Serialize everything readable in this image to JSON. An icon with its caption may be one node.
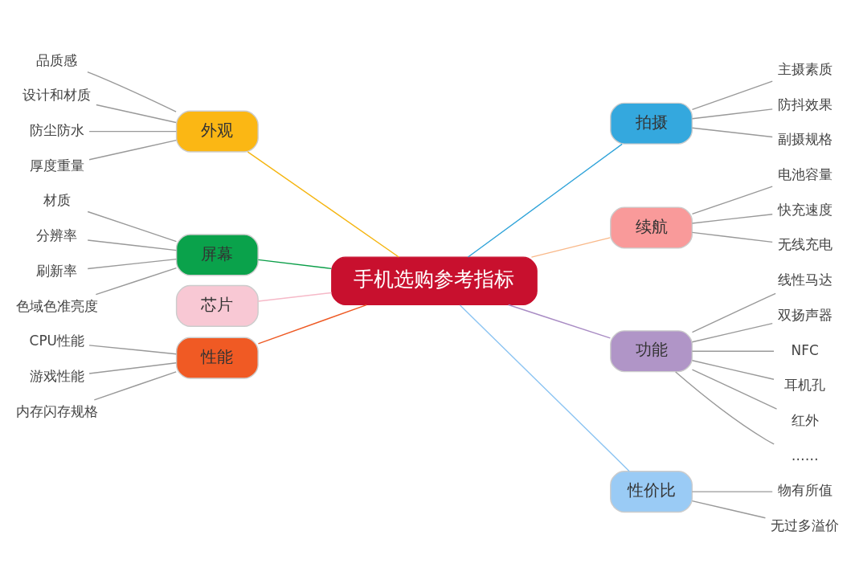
{
  "diagram": {
    "nodes": [
      {
        "text": [
          "手机选购参考指标"
        ]
      },
      {
        "text": [
          "外观"
        ]
      },
      {
        "text": [
          "品质感"
        ]
      },
      {
        "text": [
          "设计和材质"
        ]
      },
      {
        "text": [
          "防尘防水"
        ]
      },
      {
        "text": [
          "厚度重量"
        ]
      },
      {
        "text": [
          "屏幕"
        ]
      },
      {
        "text": [
          "材质"
        ]
      },
      {
        "text": [
          "分辨率"
        ]
      },
      {
        "text": [
          "刷新率"
        ]
      },
      {
        "text": [
          "色域色准亮度"
        ]
      },
      {
        "text": [
          "芯片"
        ]
      },
      {
        "text": [
          "性能"
        ]
      },
      {
        "text": [
          "CPU性能"
        ]
      },
      {
        "text": [
          "游戏性能"
        ]
      },
      {
        "text": [
          "内存闪存规格"
        ]
      },
      {
        "text": [
          "拍摄"
        ]
      },
      {
        "text": [
          "主摄素质"
        ]
      },
      {
        "text": [
          "防抖效果"
        ]
      },
      {
        "text": [
          "副摄规格"
        ]
      },
      {
        "text": [
          "续航"
        ]
      },
      {
        "text": [
          "电池容量"
        ]
      },
      {
        "text": [
          "快充速度"
        ]
      },
      {
        "text": [
          "无线充电"
        ]
      },
      {
        "text": [
          "功能"
        ]
      },
      {
        "text": [
          "线性马达"
        ]
      },
      {
        "text": [
          "双扬声器"
        ]
      },
      {
        "text": [
          "NFC"
        ]
      },
      {
        "text": [
          "耳机孔"
        ]
      },
      {
        "text": [
          "红外"
        ]
      },
      {
        "text": [
          "……"
        ]
      },
      {
        "text": [
          "性价比"
        ]
      },
      {
        "text": [
          "物有所值"
        ]
      },
      {
        "text": [
          "无过多溢价"
        ]
      }
    ],
    "edges": [
      {
        "from": 2,
        "to": 1,
        "arrow": "none"
      },
      {
        "from": 3,
        "to": 1,
        "arrow": "none"
      },
      {
        "from": 4,
        "to": 1,
        "arrow": "none"
      },
      {
        "from": 5,
        "to": 1,
        "arrow": "none"
      },
      {
        "from": 1,
        "to": 0,
        "arrow": "none",
        "color": "#f5b50f"
      },
      {
        "from": 7,
        "to": 6,
        "arrow": "none"
      },
      {
        "from": 8,
        "to": 6,
        "arrow": "none"
      },
      {
        "from": 9,
        "to": 6,
        "arrow": "none"
      },
      {
        "from": 10,
        "to": 6,
        "arrow": "none"
      },
      {
        "from": 6,
        "to": 0,
        "arrow": "none",
        "color": "#0a9e48"
      },
      {
        "from": 11,
        "to": 0,
        "arrow": "none",
        "color": "#f6b9c8"
      },
      {
        "from": 13,
        "to": 12,
        "arrow": "none"
      },
      {
        "from": 14,
        "to": 12,
        "arrow": "none"
      },
      {
        "from": 15,
        "to": 12,
        "arrow": "none"
      },
      {
        "from": 12,
        "to": 0,
        "arrow": "none",
        "color": "#ee5a24"
      },
      {
        "from": 0,
        "to": 16,
        "arrow": "none",
        "color": "#2fa3d9"
      },
      {
        "from": 16,
        "to": 17,
        "arrow": "none"
      },
      {
        "from": 16,
        "to": 18,
        "arrow": "none"
      },
      {
        "from": 16,
        "to": 19,
        "arrow": "none"
      },
      {
        "from": 0,
        "to": 20,
        "arrow": "none",
        "color": "#f9b98a"
      },
      {
        "from": 20,
        "to": 21,
        "arrow": "none"
      },
      {
        "from": 20,
        "to": 22,
        "arrow": "none"
      },
      {
        "from": 20,
        "to": 23,
        "arrow": "none"
      },
      {
        "from": 0,
        "to": 24,
        "arrow": "none",
        "color": "#a98cc4"
      },
      {
        "from": 24,
        "to": 25,
        "arrow": "none"
      },
      {
        "from": 24,
        "to": 26,
        "arrow": "none"
      },
      {
        "from": 24,
        "to": 27,
        "arrow": "none"
      },
      {
        "from": 24,
        "to": 28,
        "arrow": "none"
      },
      {
        "from": 24,
        "to": 29,
        "arrow": "none"
      },
      {
        "from": 24,
        "to": 30,
        "arrow": "none"
      },
      {
        "from": 0,
        "to": 31,
        "arrow": "none",
        "color": "#8cc4f2"
      },
      {
        "from": 31,
        "to": 32,
        "arrow": "none"
      },
      {
        "from": 31,
        "to": 33,
        "arrow": "none"
      }
    ]
  }
}
